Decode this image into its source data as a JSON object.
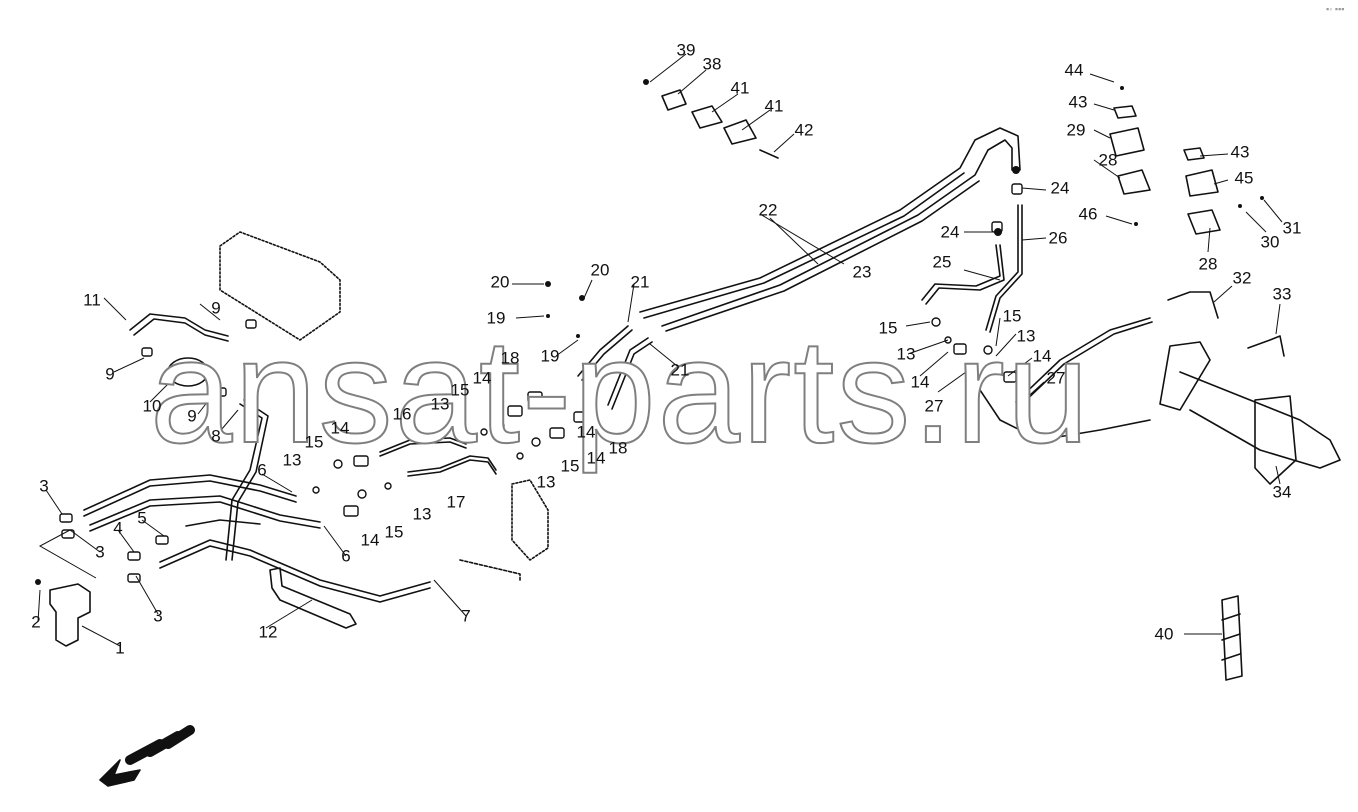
{
  "diagram": {
    "watermark": "ansat-parts.ru",
    "corner_mark": "▪◦ ▪▪▪",
    "labels": [
      "1",
      "2",
      "3",
      "3",
      "3",
      "4",
      "5",
      "6",
      "6",
      "7",
      "8",
      "9",
      "9",
      "9",
      "10",
      "11",
      "12",
      "13",
      "13",
      "13",
      "13",
      "13",
      "13",
      "14",
      "14",
      "14",
      "14",
      "14",
      "14",
      "14",
      "15",
      "15",
      "15",
      "15",
      "15",
      "15",
      "16",
      "17",
      "18",
      "18",
      "19",
      "19",
      "20",
      "20",
      "21",
      "21",
      "22",
      "23",
      "24",
      "24",
      "25",
      "26",
      "27",
      "27",
      "28",
      "28",
      "29",
      "30",
      "31",
      "32",
      "33",
      "34",
      "38",
      "39",
      "40",
      "41",
      "41",
      "42",
      "43",
      "43",
      "44",
      "45",
      "46"
    ]
  }
}
